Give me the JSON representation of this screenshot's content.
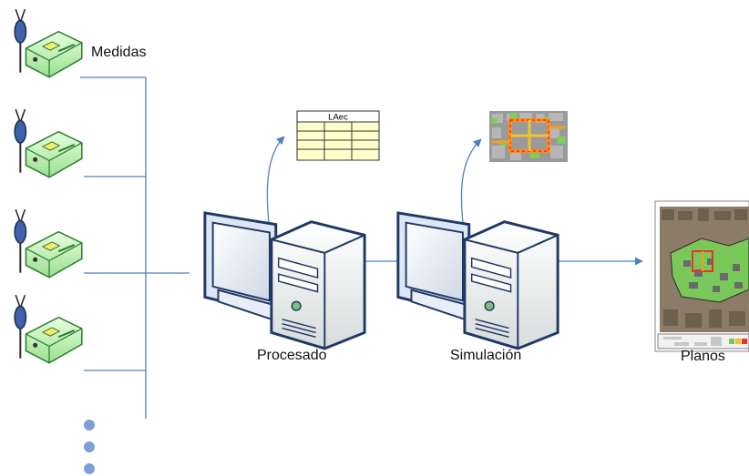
{
  "labels": {
    "measures": "Medidas",
    "processing": "Procesado",
    "simulation": "Simulación",
    "maps": "Planos"
  },
  "table_icon": {
    "header": "LAec"
  },
  "colors": {
    "line": "#4f81bd",
    "sensor_body": "#c6f5c0",
    "sensor_dark": "#4caf50",
    "monitor_frame": "#d9e2f3",
    "dot": "#7f9fd6"
  },
  "icons": {
    "sensor": "sensor-node-icon",
    "computer": "desktop-computer-icon",
    "table": "data-table-icon",
    "noise_map": "noise-map-icon",
    "printed_map": "printed-map-icon"
  }
}
